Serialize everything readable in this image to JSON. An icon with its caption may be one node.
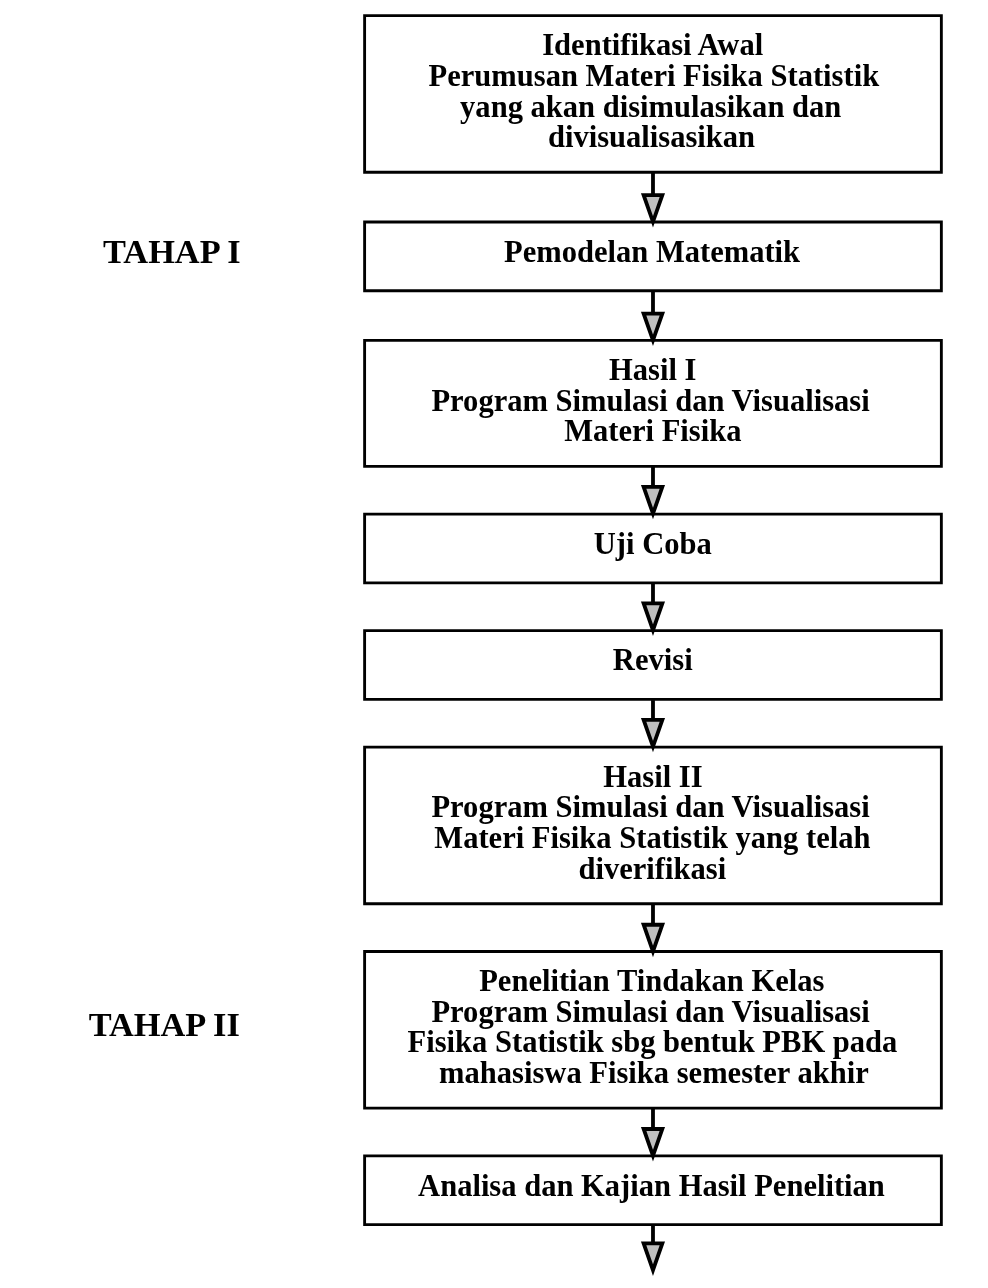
{
  "diagram": {
    "nodes": [
      {
        "text": [
          "Identifikasi Awal",
          "Perumusan Materi Fisika Statistik yang akan disimulasikan dan divisualisasikan"
        ]
      },
      {
        "text": [
          "Pemodelan Matematik"
        ]
      },
      {
        "text": [
          "Hasil I",
          "Program Simulasi dan Visualisasi Materi Fisika"
        ]
      },
      {
        "text": [
          "Uji Coba"
        ]
      },
      {
        "text": [
          "Revisi"
        ]
      },
      {
        "text": [
          "Hasil II",
          "Program Simulasi dan Visualisasi Materi Fisika Statistik yang telah diverifikasi"
        ]
      },
      {
        "text": [
          "Penelitian Tindakan Kelas",
          "Program Simulasi dan Visualisasi Fisika Statistik sbg bentuk PBK pada mahasiswa Fisika semester akhir"
        ]
      },
      {
        "text": [
          "Analisa dan Kajian Hasil Penelitian"
        ]
      }
    ],
    "edges": [
      {
        "from": 0,
        "to": 1,
        "arrow": "to"
      },
      {
        "from": 1,
        "to": 2,
        "arrow": "to"
      },
      {
        "from": 2,
        "to": 3,
        "arrow": "to"
      },
      {
        "from": 3,
        "to": 4,
        "arrow": "to"
      },
      {
        "from": 4,
        "to": 5,
        "arrow": "to"
      },
      {
        "from": 5,
        "to": 6,
        "arrow": "to"
      },
      {
        "from": 6,
        "to": 7,
        "arrow": "to"
      },
      {
        "from": 7,
        "to": null,
        "arrow": "to"
      }
    ],
    "labels": [
      "TAHAP I",
      "TAHAP II"
    ]
  }
}
